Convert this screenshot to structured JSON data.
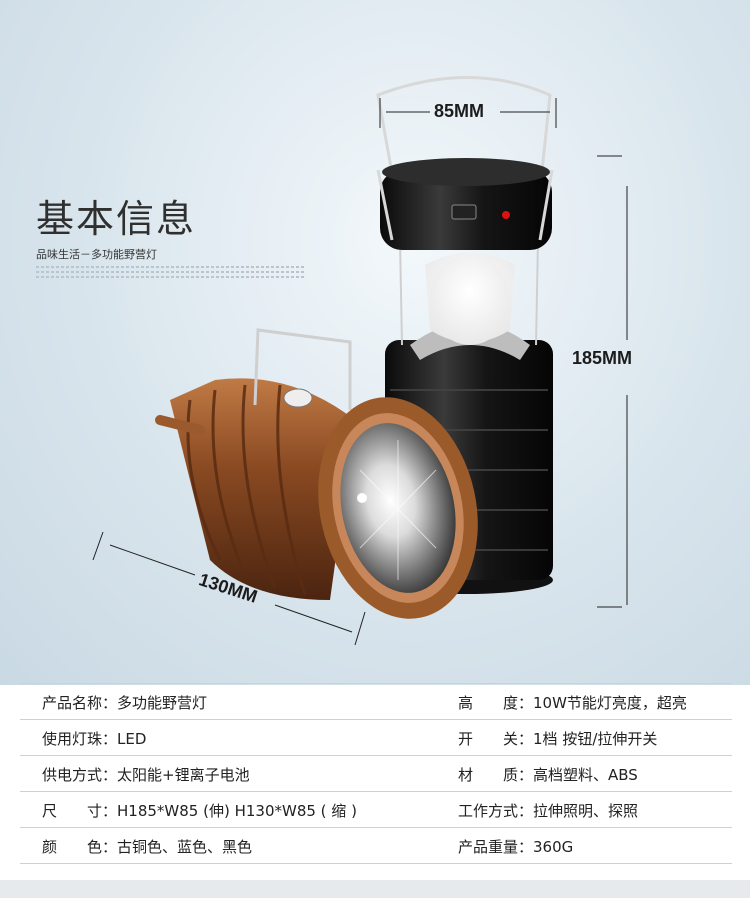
{
  "header": {
    "title": "基本信息",
    "subtitle": "品味生活－多功能野营灯"
  },
  "dimensions": {
    "width": "85MM",
    "height": "185MM",
    "length": "130MM"
  },
  "colors": {
    "background_top": "#dbe7ef",
    "bronze": "#8a4a22",
    "black_body": "#1a1a1a"
  },
  "specs": [
    {
      "left_label": "产品名称：",
      "left_value": "多功能野营灯",
      "right_label": "高　　度：",
      "right_value": "10W节能灯亮度，超亮"
    },
    {
      "left_label": "使用灯珠：",
      "left_value": "LED",
      "right_label": "开　　关：",
      "right_value": "1档 按钮/拉伸开关"
    },
    {
      "left_label": "供电方式：",
      "left_value": "太阳能+锂离子电池",
      "right_label": "材　　质：",
      "right_value": "高档塑料、ABS"
    },
    {
      "left_label": "尺　　寸：",
      "left_value": "H185*W85 (伸)  H130*W85 ( 缩 )",
      "right_label": "工作方式：",
      "right_value": "拉伸照明、探照"
    },
    {
      "left_label": "颜　　色：",
      "left_value": "古铜色、蓝色、黑色",
      "right_label": "产品重量：",
      "right_value": "360G"
    }
  ]
}
